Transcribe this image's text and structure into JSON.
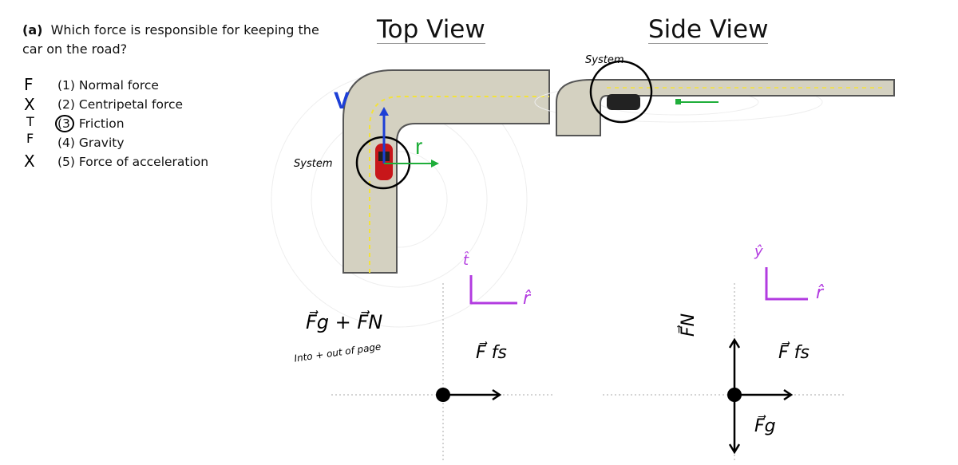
{
  "question": {
    "label": "(a)",
    "text": "Which force is responsible for keeping the car on the road?",
    "options": [
      {
        "mark": "F",
        "text": "(1)  Normal force"
      },
      {
        "mark": "X",
        "text": "(2)  Centripetal force"
      },
      {
        "mark": "T",
        "text": "(3)  Friction",
        "circled": true
      },
      {
        "mark": "F",
        "text": "(4)  Gravity"
      },
      {
        "mark": "X",
        "text": "(5)  Force of acceleration"
      }
    ]
  },
  "top_view": {
    "title": "Top View",
    "velocity_label": "V",
    "radius_label": "r",
    "system_label": "System"
  },
  "side_view": {
    "title": "Side View",
    "system_label": "System"
  },
  "fbd_top": {
    "axis_labels": [
      "t̂",
      "r̂"
    ],
    "note_forces": "F⃗g + F⃗N",
    "note_text": "Into + out of page",
    "force_label": "F⃗ fs"
  },
  "fbd_side": {
    "axis_labels": [
      "ŷ",
      "r̂"
    ],
    "normal_label": "F⃗N",
    "friction_label": "F⃗ fs",
    "gravity_label": "F⃗g"
  },
  "colors": {
    "road": "#d4d1c1",
    "velocity": "#1d3fd6",
    "radius": "#1fae3a",
    "axes": "#b23be0",
    "car": "#c8161a"
  }
}
